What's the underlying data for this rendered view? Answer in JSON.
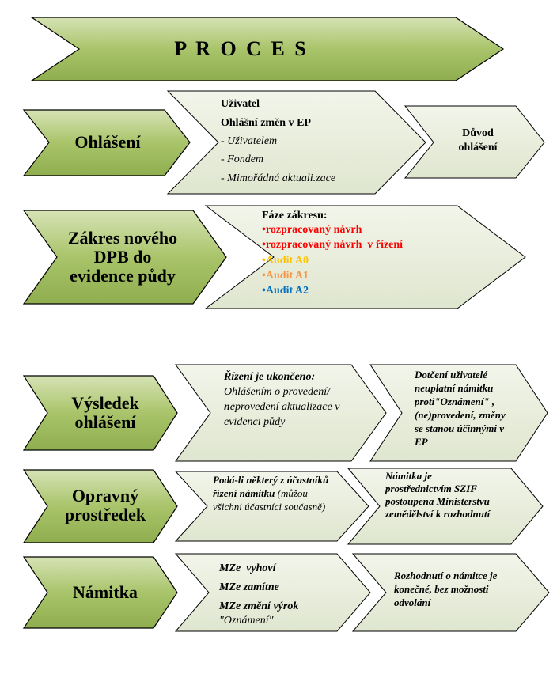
{
  "title": "P R O C E S",
  "rows": {
    "ohlaseni": {
      "label": "Ohlášení",
      "mid": {
        "line1": "Uživatel",
        "line2": "Ohlášní změn v EP",
        "items": [
          "- Uživatelem",
          "- Fondem",
          "- Mimořádná aktuali.zace"
        ]
      },
      "right": "Důvod ohlášení"
    },
    "zakres": {
      "label": "Zákres nového DPB do evidence půdy",
      "mid": {
        "heading": "Fáze zákresu:",
        "items": [
          {
            "text": "•rozpracovaný návrh",
            "color": "#ff0000"
          },
          {
            "text": "•rozpracovaný návrh  v řízení",
            "color": "#ff0000"
          },
          {
            "text": "•Audit A0",
            "color": "#ffc000"
          },
          {
            "text": "•Audit A1",
            "color": "#f79646"
          },
          {
            "text": "•Audit A2",
            "color": "#0070c0"
          }
        ]
      }
    },
    "vysledek": {
      "label": "Výsledek ohlášení",
      "mid": {
        "bold": "Řízení je ukončeno:",
        "italic": "Ohlášením o provedení/",
        "strong_n": "n",
        "rest": "eprovedení aktualizace v evidenci půdy"
      },
      "right": "Dotčení uživatelé neuplatní námitku proti\"Oznámení\" , (ne)provedení, změny se stanou účinnými v EP"
    },
    "opravny": {
      "label": "Opravný prostředek",
      "mid": {
        "bold": "Podá-li některý z účastníků řízení námitku",
        "italic": " (můžou všichni účastníci současně)"
      },
      "right": "Námitka je prostřednictvím SZIF postoupena Ministerstvu zemědělství k rozhodnutí"
    },
    "namitka": {
      "label": "Námitka",
      "mid": {
        "line1": "MZe  vyhoví",
        "line2": "MZe zamítne",
        "line3a": "MZe změní výrok",
        "line3b": "\"Oznámení\""
      },
      "right": "Rozhodnutí o námitce je konečné, bez možnosti odvolání"
    }
  },
  "colors": {
    "dark_green": "#9bbb59",
    "dark_green_light": "#c3d69b",
    "pale": "#e6ebd9",
    "outline": "#000000"
  }
}
